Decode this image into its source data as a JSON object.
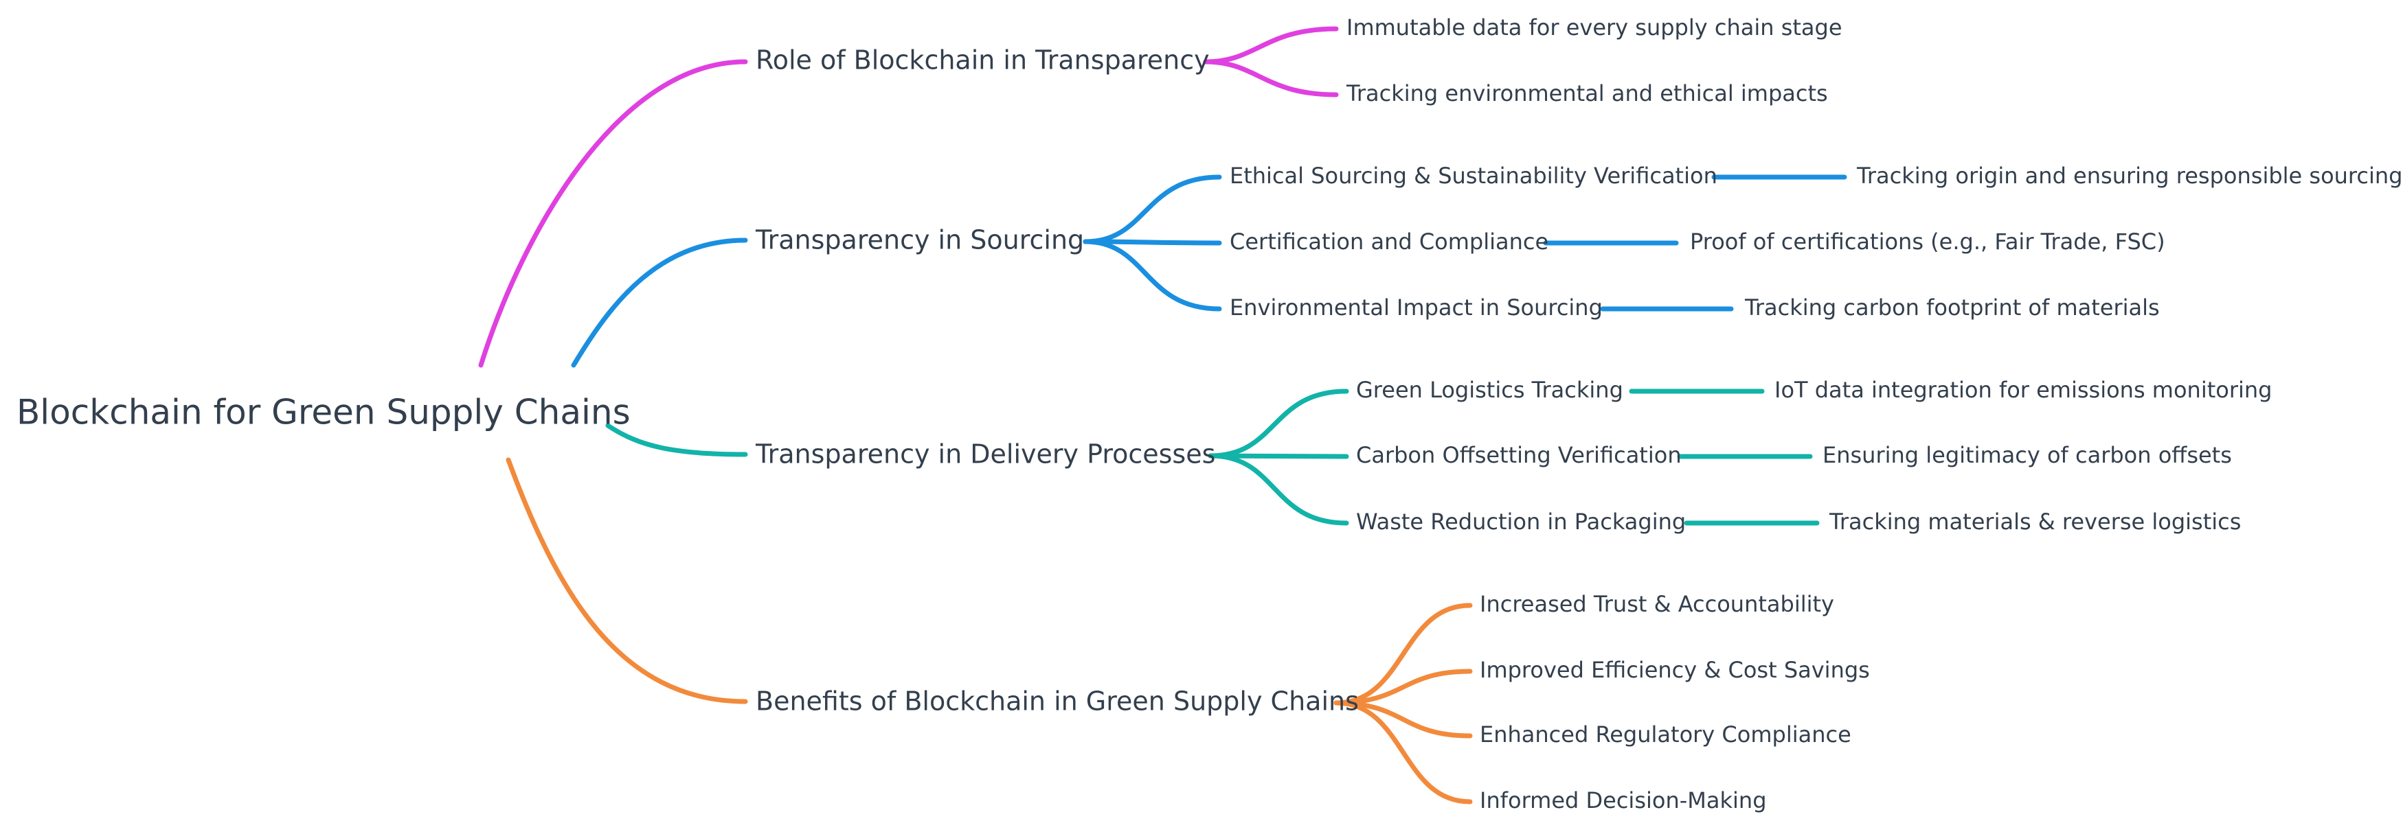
{
  "mindmap": {
    "root": {
      "label": "Blockchain for Green Supply Chains"
    },
    "branches": [
      {
        "label": "Role of Blockchain in Transparency",
        "color": "#e040e0",
        "children": [
          {
            "label": "Immutable data for every supply chain stage"
          },
          {
            "label": "Tracking environmental and ethical impacts"
          }
        ]
      },
      {
        "label": "Transparency in Sourcing",
        "color": "#1a8fe0",
        "children": [
          {
            "label": "Ethical Sourcing & Sustainability Verification",
            "detail": "Tracking origin and ensuring responsible sourcing"
          },
          {
            "label": "Certification and Compliance",
            "detail": "Proof of certifications (e.g., Fair Trade, FSC)"
          },
          {
            "label": "Environmental Impact in Sourcing",
            "detail": "Tracking carbon footprint of materials"
          }
        ]
      },
      {
        "label": "Transparency in Delivery Processes",
        "color": "#12b3a8",
        "children": [
          {
            "label": "Green Logistics Tracking",
            "detail": "IoT data integration for emissions monitoring"
          },
          {
            "label": "Carbon Offsetting Verification",
            "detail": "Ensuring legitimacy of carbon offsets"
          },
          {
            "label": "Waste Reduction in Packaging",
            "detail": "Tracking materials & reverse logistics"
          }
        ]
      },
      {
        "label": "Benefits of Blockchain in Green Supply Chains",
        "color": "#f28a3c",
        "children": [
          {
            "label": "Increased Trust & Accountability"
          },
          {
            "label": "Improved Efficiency & Cost Savings"
          },
          {
            "label": "Enhanced Regulatory Compliance"
          },
          {
            "label": "Informed Decision-Making"
          }
        ]
      }
    ]
  }
}
